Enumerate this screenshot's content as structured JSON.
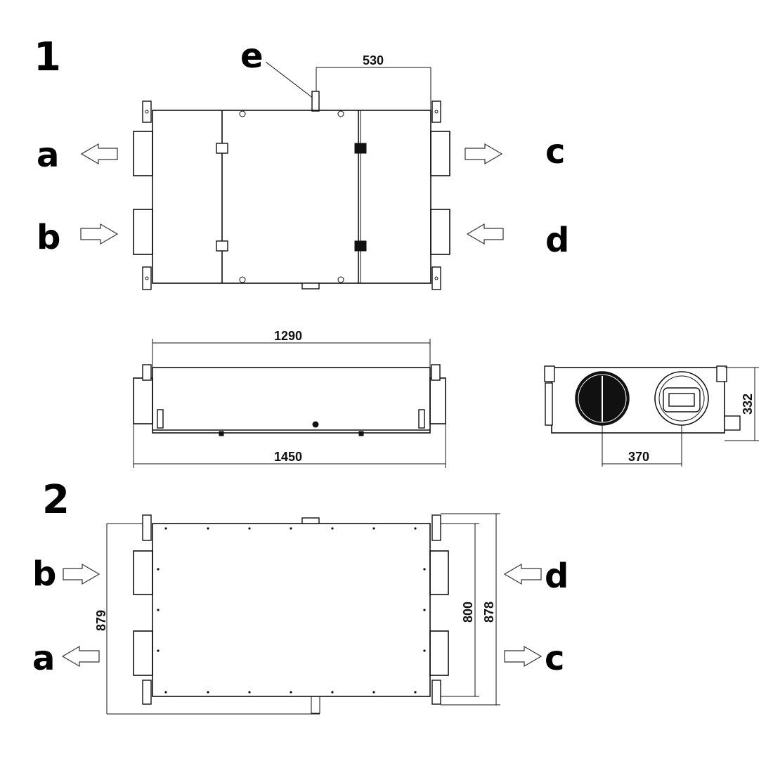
{
  "views": [
    {
      "number": "1"
    },
    {
      "number": "2"
    }
  ],
  "ports": {
    "a": "a",
    "b": "b",
    "c": "c",
    "d": "d",
    "e": "e"
  },
  "dimensions": {
    "d530": "530",
    "d1290": "1290",
    "d1450": "1450",
    "d370": "370",
    "d332": "332",
    "d879": "879",
    "d800": "800",
    "d878": "878"
  },
  "colors": {
    "line": "#111111",
    "background": "#ffffff"
  }
}
